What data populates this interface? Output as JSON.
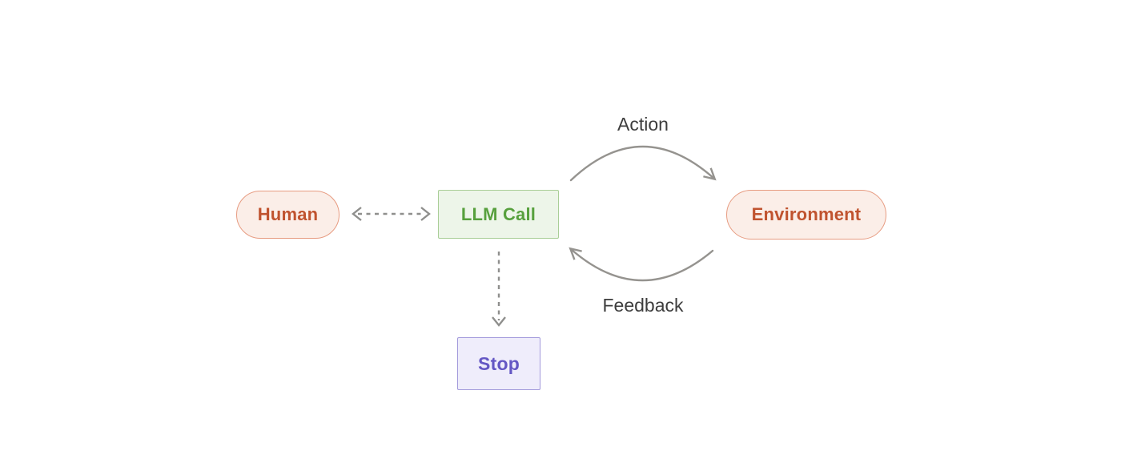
{
  "colors": {
    "bg": "#ffffff",
    "pill-bg": "#fbeee8",
    "pill-border": "#e79c82",
    "pill-text": "#c0532f",
    "green-bg": "#edf5e9",
    "green-border": "#a9ce97",
    "green-text": "#57a03d",
    "purple-bg": "#efedfb",
    "purple-border": "#a29adb",
    "purple-text": "#6457c4",
    "arrow-gray": "#95938f",
    "dash-gray": "#8f8f8d",
    "label-text": "#3d3d3d"
  },
  "nodes": {
    "human": {
      "label": "Human",
      "shape": "pill"
    },
    "llm_call": {
      "label": "LLM Call",
      "shape": "rect"
    },
    "environment": {
      "label": "Environment",
      "shape": "pill"
    },
    "stop": {
      "label": "Stop",
      "shape": "rect"
    }
  },
  "edges": [
    {
      "from": "human",
      "to": "llm_call",
      "style": "dashed",
      "direction": "both",
      "label": ""
    },
    {
      "from": "llm_call",
      "to": "environment",
      "style": "solid-curved",
      "direction": "forward",
      "label": "Action"
    },
    {
      "from": "environment",
      "to": "llm_call",
      "style": "solid-curved",
      "direction": "forward",
      "label": "Feedback"
    },
    {
      "from": "llm_call",
      "to": "stop",
      "style": "dashed",
      "direction": "forward",
      "label": ""
    }
  ]
}
